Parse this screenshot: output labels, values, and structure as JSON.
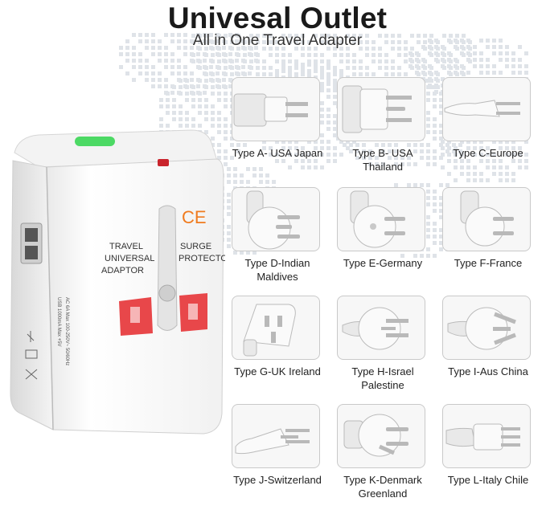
{
  "header": {
    "title": "Univesal Outlet",
    "subtitle": "All in One Travel Adapter"
  },
  "adapter": {
    "left_text": [
      "TRAVEL",
      "UNIVERSAL",
      "ADAPTOR"
    ],
    "right_text": [
      "SURGE",
      "PROTECTOR"
    ],
    "ce_mark": "CE",
    "spec_lines": [
      "AC 6A Max 100-250V~ 50/60Hz",
      "USB 1000mA Max +5V"
    ]
  },
  "plug_types": [
    {
      "label_lines": [
        "Type A- USA Japan"
      ],
      "icon": "type-a-plug-icon"
    },
    {
      "label_lines": [
        "Type B- USA",
        "Thailand"
      ],
      "icon": "type-b-plug-icon"
    },
    {
      "label_lines": [
        "Type C-Europe"
      ],
      "icon": "type-c-plug-icon"
    },
    {
      "label_lines": [
        "Type D-Indian",
        "Maldives"
      ],
      "icon": "type-d-plug-icon"
    },
    {
      "label_lines": [
        "Type E-Germany"
      ],
      "icon": "type-e-plug-icon"
    },
    {
      "label_lines": [
        "Type F-France"
      ],
      "icon": "type-f-plug-icon"
    },
    {
      "label_lines": [
        "Type G-UK Ireland"
      ],
      "icon": "type-g-plug-icon"
    },
    {
      "label_lines": [
        "Type H-Israel",
        "Palestine"
      ],
      "icon": "type-h-plug-icon"
    },
    {
      "label_lines": [
        "Type I-Aus China"
      ],
      "icon": "type-i-plug-icon"
    },
    {
      "label_lines": [
        "Type J-Switzerland"
      ],
      "icon": "type-j-plug-icon"
    },
    {
      "label_lines": [
        "Type K-Denmark",
        "Greenland"
      ],
      "icon": "type-k-plug-icon"
    },
    {
      "label_lines": [
        "Type L-Italy Chile"
      ],
      "icon": "type-l-plug-icon"
    }
  ],
  "colors": {
    "title": "#1a1a1a",
    "socket_red": "#e8474a",
    "ce_orange": "#f07b1e",
    "button_green": "#4cd964",
    "tile_border": "#c9c9c9"
  }
}
